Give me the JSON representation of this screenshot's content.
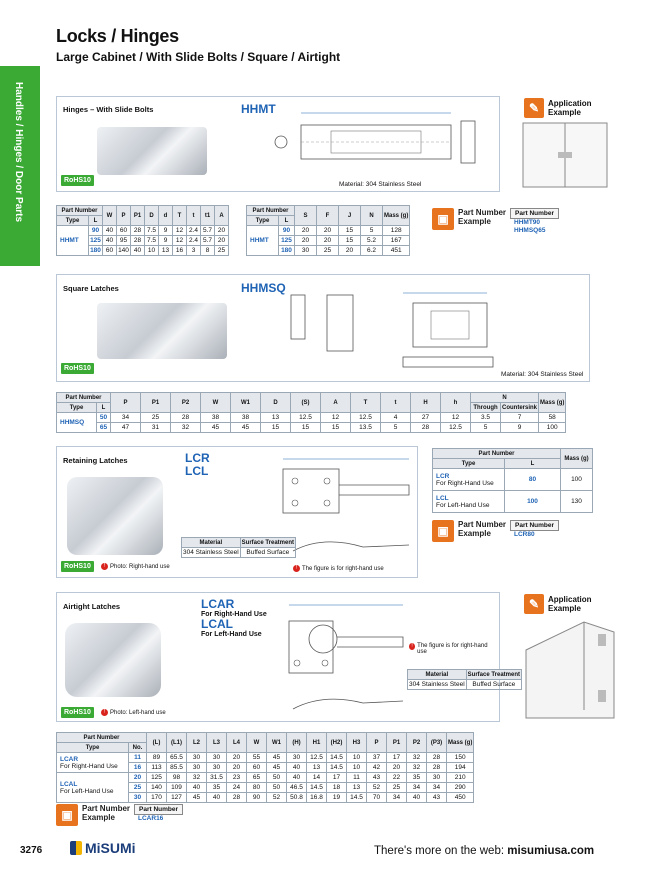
{
  "header": {
    "title": "Locks / Hinges",
    "subtitle": "Large Cabinet / With Slide Bolts / Square / Airtight"
  },
  "sidebar": {
    "label": "Handles / Hinges / Door Parts"
  },
  "colors": {
    "accent": "#1f63b5",
    "sidebar": "#3aaa35",
    "example": "#e8731f",
    "brand": "#1b3d7a"
  },
  "hinges": {
    "heading": "Hinges – With Slide Bolts",
    "code": "HHMT",
    "material": "Material: 304 Stainless Steel",
    "rohs": "RoHS10",
    "table1": {
      "h_partnumber": "Part Number",
      "h_type": "Type",
      "h_L": "L",
      "cols": [
        "W",
        "P",
        "P1",
        "D",
        "d",
        "T",
        "t",
        "t1",
        "A"
      ],
      "type": "HHMT",
      "rows": [
        [
          "90",
          "40",
          "60",
          "28",
          "7.5",
          "9",
          "12",
          "2.4",
          "5.7",
          "20"
        ],
        [
          "125",
          "40",
          "95",
          "28",
          "7.5",
          "9",
          "12",
          "2.4",
          "5.7",
          "20"
        ],
        [
          "180",
          "60",
          "140",
          "40",
          "10",
          "13",
          "16",
          "3",
          "8",
          "25"
        ]
      ]
    },
    "table2": {
      "h_partnumber": "Part Number",
      "h_type": "Type",
      "h_L": "L",
      "cols": [
        "S",
        "F",
        "J",
        "N",
        "Mass (g)"
      ],
      "type": "HHMT",
      "rows": [
        [
          "90",
          "20",
          "20",
          "15",
          "5",
          "128"
        ],
        [
          "125",
          "20",
          "20",
          "15",
          "5.2",
          "167"
        ],
        [
          "180",
          "30",
          "25",
          "20",
          "6.2",
          "451"
        ]
      ]
    },
    "example": {
      "label1": "Part Number",
      "label2": "Example",
      "head": "Part Number",
      "values": [
        "HHMT90",
        "HHMSQ65"
      ]
    },
    "application": {
      "label1": "Application",
      "label2": "Example"
    }
  },
  "square": {
    "heading": "Square Latches",
    "code": "HHMSQ",
    "material": "Material: 304 Stainless Steel",
    "rohs": "RoHS10",
    "table": {
      "h_partnumber": "Part Number",
      "h_type": "Type",
      "h_L": "L",
      "cols": [
        "P",
        "P1",
        "P2",
        "W",
        "W1",
        "D",
        "(S)",
        "A",
        "T",
        "t",
        "H",
        "h"
      ],
      "h_N": "N",
      "h_through": "Through",
      "h_countersink": "Countersink",
      "h_mass": "Mass (g)",
      "type": "HHMSQ",
      "rows": [
        [
          "50",
          "34",
          "25",
          "28",
          "38",
          "38",
          "13",
          "12.5",
          "12",
          "12.5",
          "4",
          "27",
          "12",
          "3.5",
          "7",
          "58"
        ],
        [
          "65",
          "47",
          "31",
          "32",
          "45",
          "45",
          "15",
          "15",
          "15",
          "13.5",
          "5",
          "28",
          "12.5",
          "5",
          "9",
          "100"
        ]
      ]
    }
  },
  "retaining": {
    "heading": "Retaining Latches",
    "code1": "LCR",
    "code2": "LCL",
    "rohs": "RoHS10",
    "photo_note": "Photo: Right-hand use",
    "fig_note": "The figure is for right-hand use",
    "mat": {
      "h1": "Material",
      "h2": "Surface Treatment",
      "v1": "304 Stainless Steel",
      "v2": "Buffed Surface"
    },
    "table": {
      "h_partnumber": "Part Number",
      "h_type": "Type",
      "h_L": "L",
      "h_mass": "Mass (g)",
      "rows": [
        {
          "type": "LCR",
          "sub": "For Right-Hand Use",
          "L": "80",
          "mass": "100"
        },
        {
          "type": "LCL",
          "sub": "For Left-Hand Use",
          "L": "100",
          "mass": "130"
        }
      ]
    },
    "example": {
      "label1": "Part Number",
      "label2": "Example",
      "head": "Part Number",
      "value": "LCR80"
    }
  },
  "airtight": {
    "heading": "Airtight Latches",
    "code1": "LCAR",
    "sub1": "For Right-Hand Use",
    "code2": "LCAL",
    "sub2": "For Left-Hand Use",
    "rohs": "RoHS10",
    "photo_note": "Photo: Left-hand use",
    "fig_note": "The figure is for right-hand use",
    "mat": {
      "h1": "Material",
      "h2": "Surface Treatment",
      "v1": "304 Stainless Steel",
      "v2": "Buffed Surface"
    },
    "application": {
      "label1": "Application",
      "label2": "Example"
    },
    "table": {
      "h_partnumber": "Part Number",
      "h_type": "Type",
      "h_no": "No.",
      "cols": [
        "(L)",
        "(L1)",
        "L2",
        "L3",
        "L4",
        "W",
        "W1",
        "(H)",
        "H1",
        "(H2)",
        "H3",
        "P",
        "P1",
        "P2",
        "(P3)",
        "Mass (g)"
      ],
      "type1": "LCAR",
      "type1sub": "For Right-Hand Use",
      "type2": "LCAL",
      "type2sub": "For Left-Hand Use",
      "rows": [
        [
          "11",
          "89",
          "65.5",
          "30",
          "30",
          "20",
          "55",
          "45",
          "30",
          "12.5",
          "14.5",
          "10",
          "37",
          "17",
          "32",
          "28",
          "150"
        ],
        [
          "16",
          "113",
          "85.5",
          "30",
          "30",
          "20",
          "60",
          "45",
          "40",
          "13",
          "14.5",
          "10",
          "42",
          "20",
          "32",
          "28",
          "194"
        ],
        [
          "20",
          "125",
          "98",
          "32",
          "31.5",
          "23",
          "65",
          "50",
          "40",
          "14",
          "17",
          "11",
          "43",
          "22",
          "35",
          "30",
          "210"
        ],
        [
          "25",
          "140",
          "109",
          "40",
          "35",
          "24",
          "80",
          "50",
          "46.5",
          "14.5",
          "18",
          "13",
          "52",
          "25",
          "34",
          "34",
          "290"
        ],
        [
          "30",
          "170",
          "127",
          "45",
          "40",
          "28",
          "90",
          "52",
          "50.8",
          "16.8",
          "19",
          "14.5",
          "70",
          "34",
          "40",
          "43",
          "450"
        ]
      ]
    },
    "example": {
      "label1": "Part Number",
      "label2": "Example",
      "head": "Part Number",
      "value": "LCAR16"
    }
  },
  "footer": {
    "page": "3276",
    "brand": "MiSUMi",
    "text": "There's more on the web: ",
    "url": "misumiusa.com"
  }
}
